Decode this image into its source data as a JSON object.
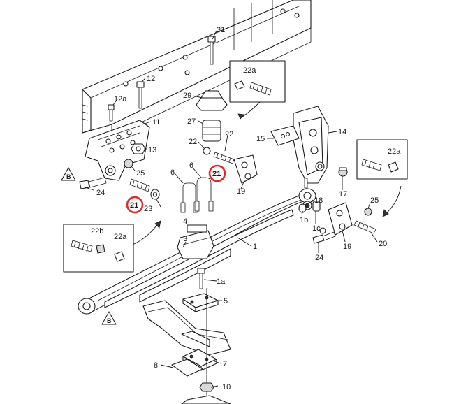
{
  "callouts": {
    "c31": "31",
    "c12": "12",
    "c12a": "12a",
    "c11": "11",
    "c13": "13",
    "c29": "29",
    "c27": "27",
    "c22_top": "22",
    "c22_mid": "22",
    "c25_left": "25",
    "c24_left": "24",
    "c23": "23",
    "c6a": "6",
    "c6b": "6",
    "c4": "4",
    "c3": "3",
    "c19_mid": "19",
    "c15": "15",
    "c14": "14",
    "c17": "17",
    "c18": "18",
    "c1b": "1b",
    "c1c": "1c",
    "c19_right": "19",
    "c24_right": "24",
    "c25_right": "25",
    "c20": "20",
    "c1": "1",
    "c1a": "1a",
    "c5": "5",
    "c7": "7",
    "c8": "8",
    "c10": "10",
    "inset_top_22a": "22a",
    "inset_right_22a": "22a",
    "inset_left_22b": "22b",
    "inset_left_22a": "22a",
    "triangle_b_left": "B",
    "triangle_b_bottom": "B"
  },
  "highlights": {
    "marked_21_left": "21",
    "marked_21_mid": "21",
    "highlight_color": "#e0282e"
  }
}
